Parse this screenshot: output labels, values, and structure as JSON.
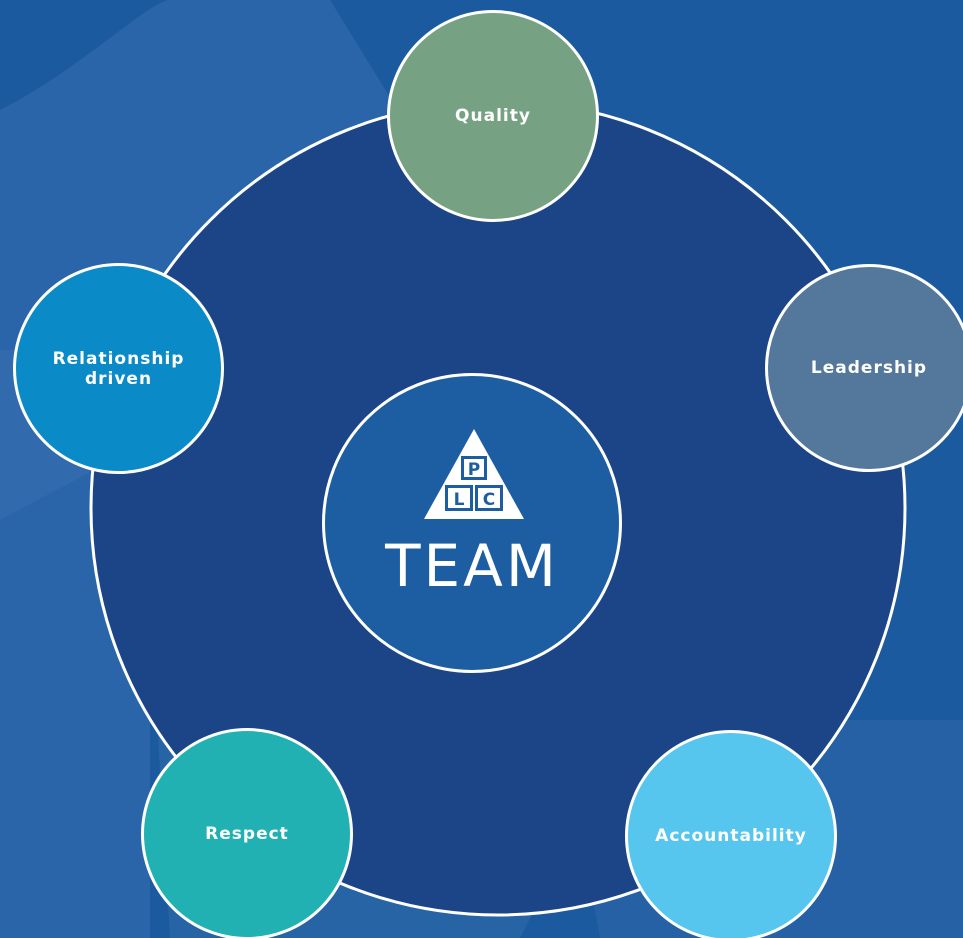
{
  "center": {
    "logo_letters": [
      "P",
      "L",
      "C"
    ],
    "title": "TEAM"
  },
  "nodes": [
    {
      "key": "quality",
      "label": "Quality",
      "color": "#76a283"
    },
    {
      "key": "leadership",
      "label": "Leadership",
      "color": "#53789b"
    },
    {
      "key": "accountability",
      "label": "Accountability",
      "color": "#56c6ef"
    },
    {
      "key": "respect",
      "label": "Respect",
      "color": "#22b1b2"
    },
    {
      "key": "relationship",
      "label": "Relationship\ndriven",
      "color": "#0a8ac7"
    }
  ],
  "colors": {
    "background": "#1c5a9f",
    "background_watermark": "#3670b0",
    "ring": "#1b4587",
    "center": "#1d5ea2",
    "outline": "#ffffff"
  }
}
